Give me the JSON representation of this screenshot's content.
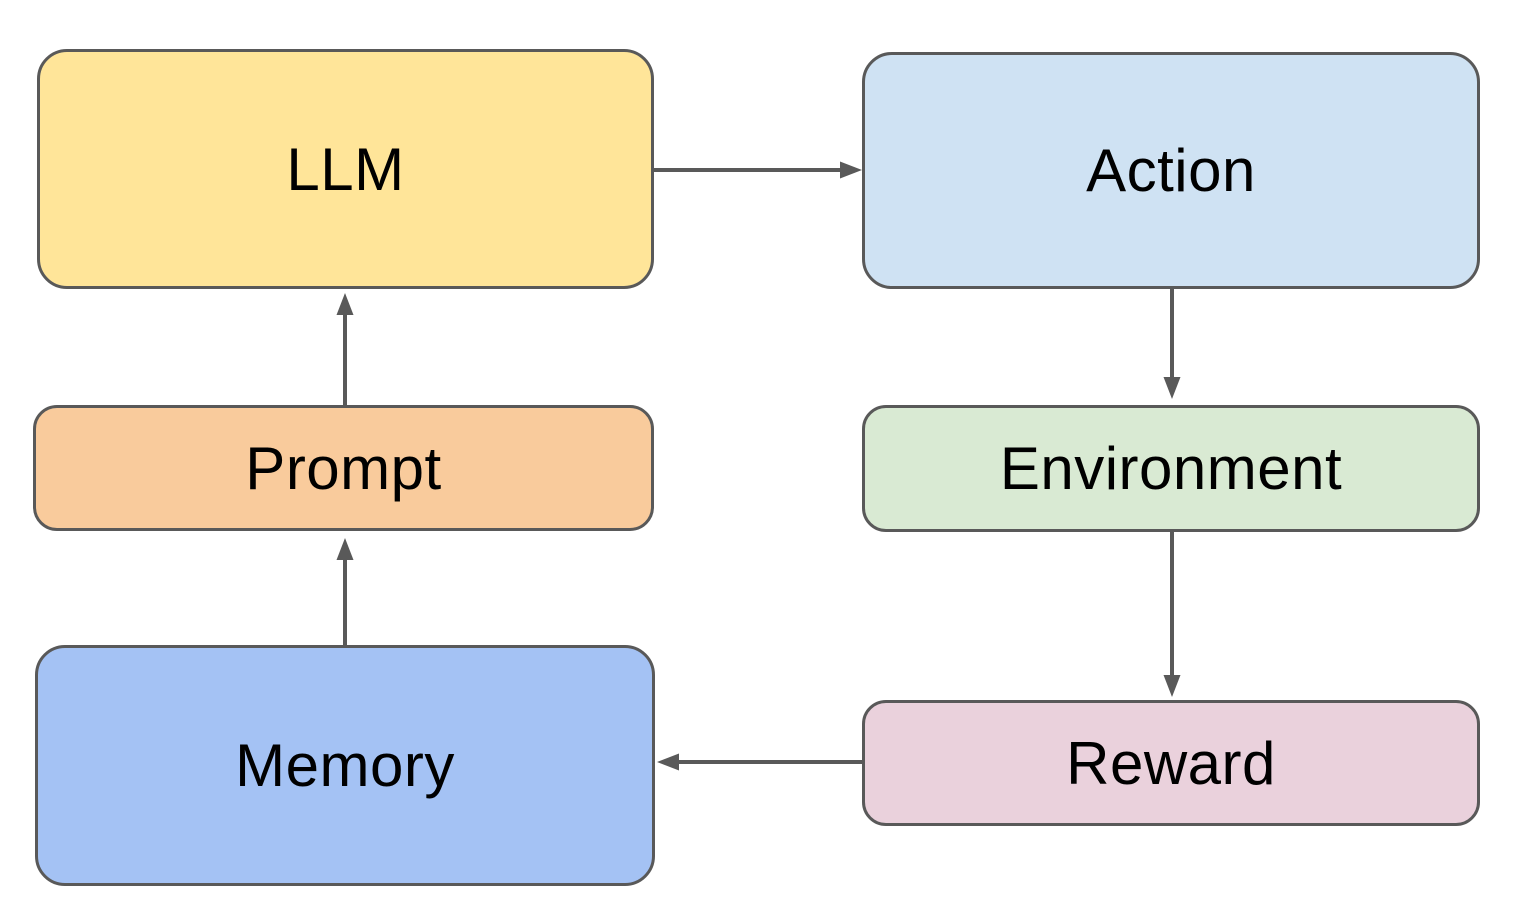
{
  "diagram": {
    "type": "flowchart",
    "title": "",
    "stroke_color": "#595959",
    "text_color": "#000000",
    "background_color": "#ffffff",
    "nodes": {
      "llm": {
        "label": "LLM",
        "fill": "#ffe599",
        "shape": "rounded-rect"
      },
      "action": {
        "label": "Action",
        "fill": "#cfe2f3",
        "shape": "rounded-rect"
      },
      "prompt": {
        "label": "Prompt",
        "fill": "#f9cb9c",
        "shape": "rounded-rect"
      },
      "environment": {
        "label": "Environment",
        "fill": "#d9ead3",
        "shape": "rounded-rect"
      },
      "memory": {
        "label": "Memory",
        "fill": "#a4c2f4",
        "shape": "rounded-rect"
      },
      "reward": {
        "label": "Reward",
        "fill": "#ead1dc",
        "shape": "rounded-rect"
      }
    },
    "edges": [
      {
        "from": "LLM",
        "to": "Action",
        "direction": "right"
      },
      {
        "from": "Action",
        "to": "Environment",
        "direction": "down"
      },
      {
        "from": "Environment",
        "to": "Reward",
        "direction": "down"
      },
      {
        "from": "Reward",
        "to": "Memory",
        "direction": "left"
      },
      {
        "from": "Memory",
        "to": "Prompt",
        "direction": "up"
      },
      {
        "from": "Prompt",
        "to": "LLM",
        "direction": "up"
      }
    ]
  }
}
